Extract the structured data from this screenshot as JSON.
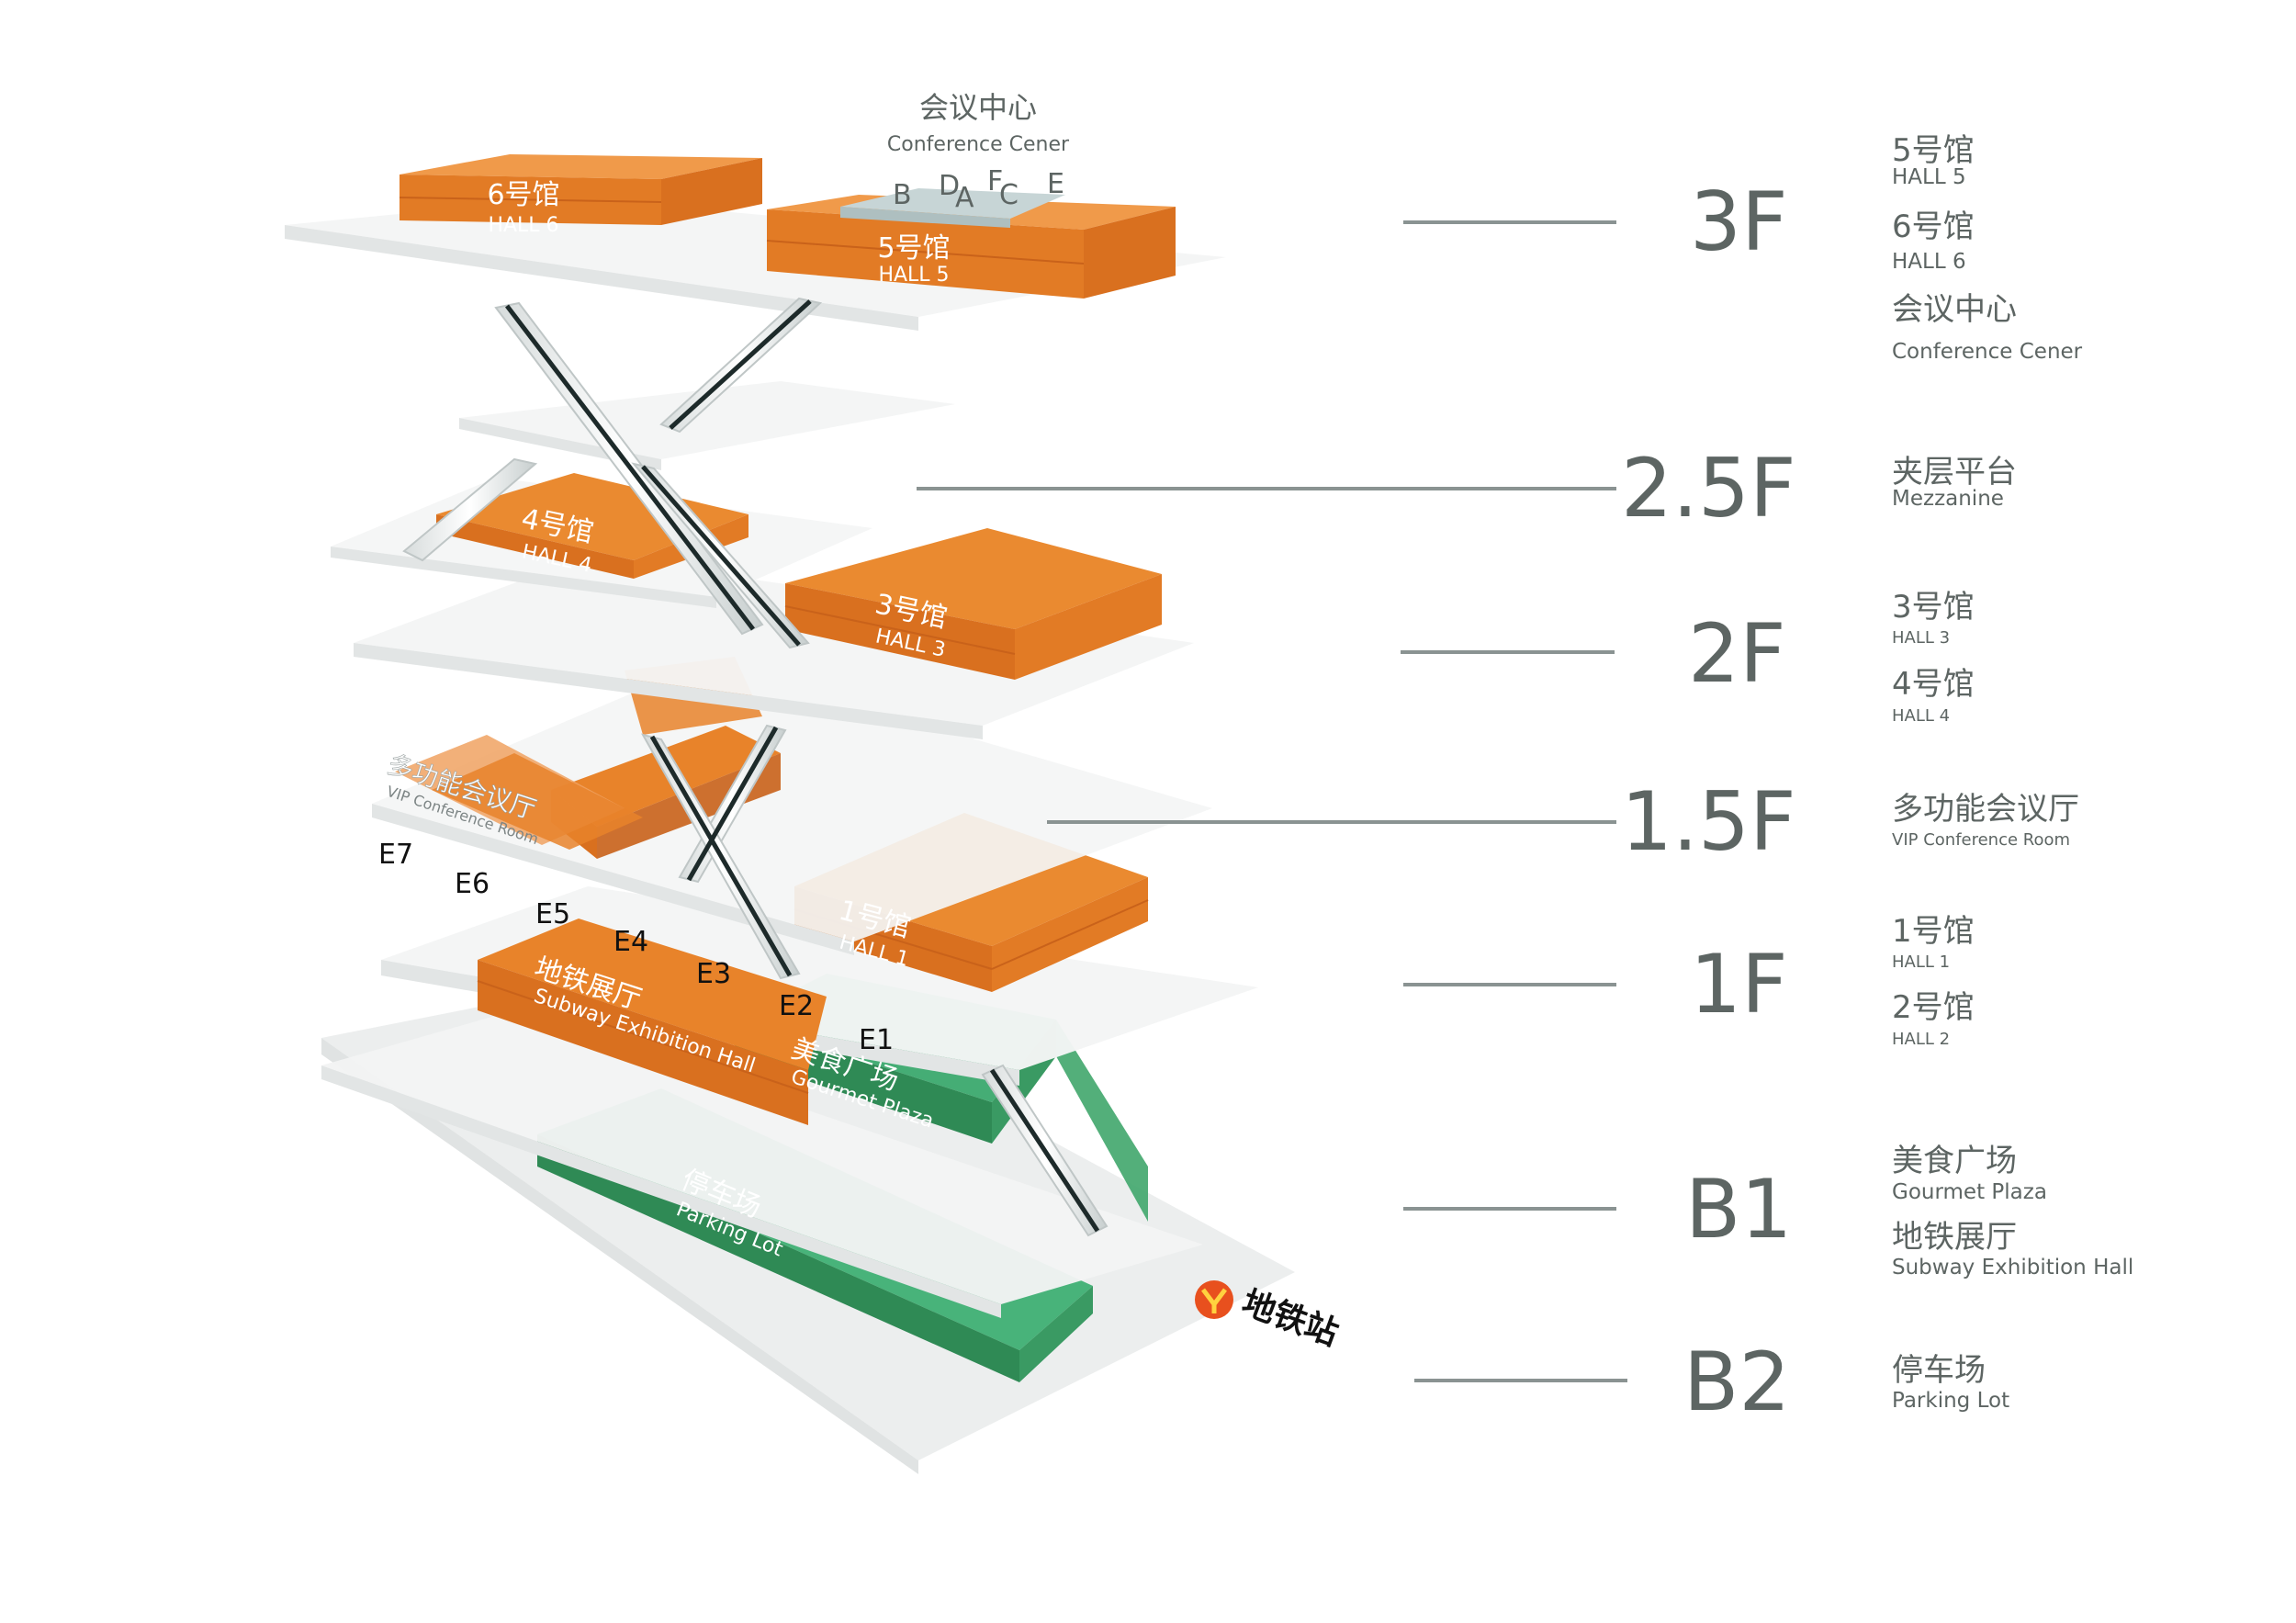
{
  "conference": {
    "title_cn": "会议中心",
    "title_en": "Conference Cener",
    "rooms": [
      "B",
      "D",
      "A",
      "F",
      "C",
      "E"
    ]
  },
  "halls": {
    "hall6": {
      "cn": "6号馆",
      "en": "HALL 6"
    },
    "hall5": {
      "cn": "5号馆",
      "en": "HALL 5"
    },
    "hall4": {
      "cn": "4号馆",
      "en": "HALL 4"
    },
    "hall3": {
      "cn": "3号馆",
      "en": "HALL 3"
    },
    "vip": {
      "cn": "多功能会议厅",
      "en": "VIP Conference Room"
    },
    "hall1": {
      "cn": "1号馆",
      "en": "HALL 1"
    },
    "subway": {
      "cn": "地铁展厅",
      "en": "Subway Exhibition Hall"
    },
    "gourmet": {
      "cn": "美食广场",
      "en": "Gourmet Plaza"
    },
    "parking": {
      "cn": "停车场",
      "en": "Parking Lot"
    }
  },
  "entrances": [
    "E7",
    "E6",
    "E5",
    "E4",
    "E3",
    "E2",
    "E1"
  ],
  "metro": {
    "label": "地铁站",
    "color": "#e8501e"
  },
  "levels": [
    {
      "code": "3F",
      "items": [
        {
          "cn": "5号馆",
          "en": "HALL 5"
        },
        {
          "cn": "6号馆",
          "en": "HALL 6"
        },
        {
          "cn": "会议中心",
          "en": "Conference Cener"
        }
      ]
    },
    {
      "code": "2.5F",
      "items": [
        {
          "cn": "夹层平台",
          "en": "Mezzanine"
        }
      ]
    },
    {
      "code": "2F",
      "items": [
        {
          "cn": "3号馆",
          "en": "HALL 3"
        },
        {
          "cn": "4号馆",
          "en": "HALL 4"
        }
      ]
    },
    {
      "code": "1.5F",
      "items": [
        {
          "cn": "多功能会议厅",
          "en": "VIP Conference Room"
        }
      ]
    },
    {
      "code": "1F",
      "items": [
        {
          "cn": "1号馆",
          "en": "HALL 1"
        },
        {
          "cn": "2号馆",
          "en": "HALL 2"
        }
      ]
    },
    {
      "code": "B1",
      "items": [
        {
          "cn": "美食广场",
          "en": "Gourmet Plaza"
        },
        {
          "cn": "地铁展厅",
          "en": "Subway Exhibition Hall"
        }
      ]
    },
    {
      "code": "B2",
      "items": [
        {
          "cn": "停车场",
          "en": "Parking Lot"
        }
      ]
    }
  ],
  "colors": {
    "orange": "#e8832a",
    "orange_dark": "#c9621a",
    "green": "#3fae6e",
    "green_dark": "#2f8a55",
    "floor": "#f3f4f4",
    "line": "#8a9392",
    "text": "#5d6563"
  }
}
